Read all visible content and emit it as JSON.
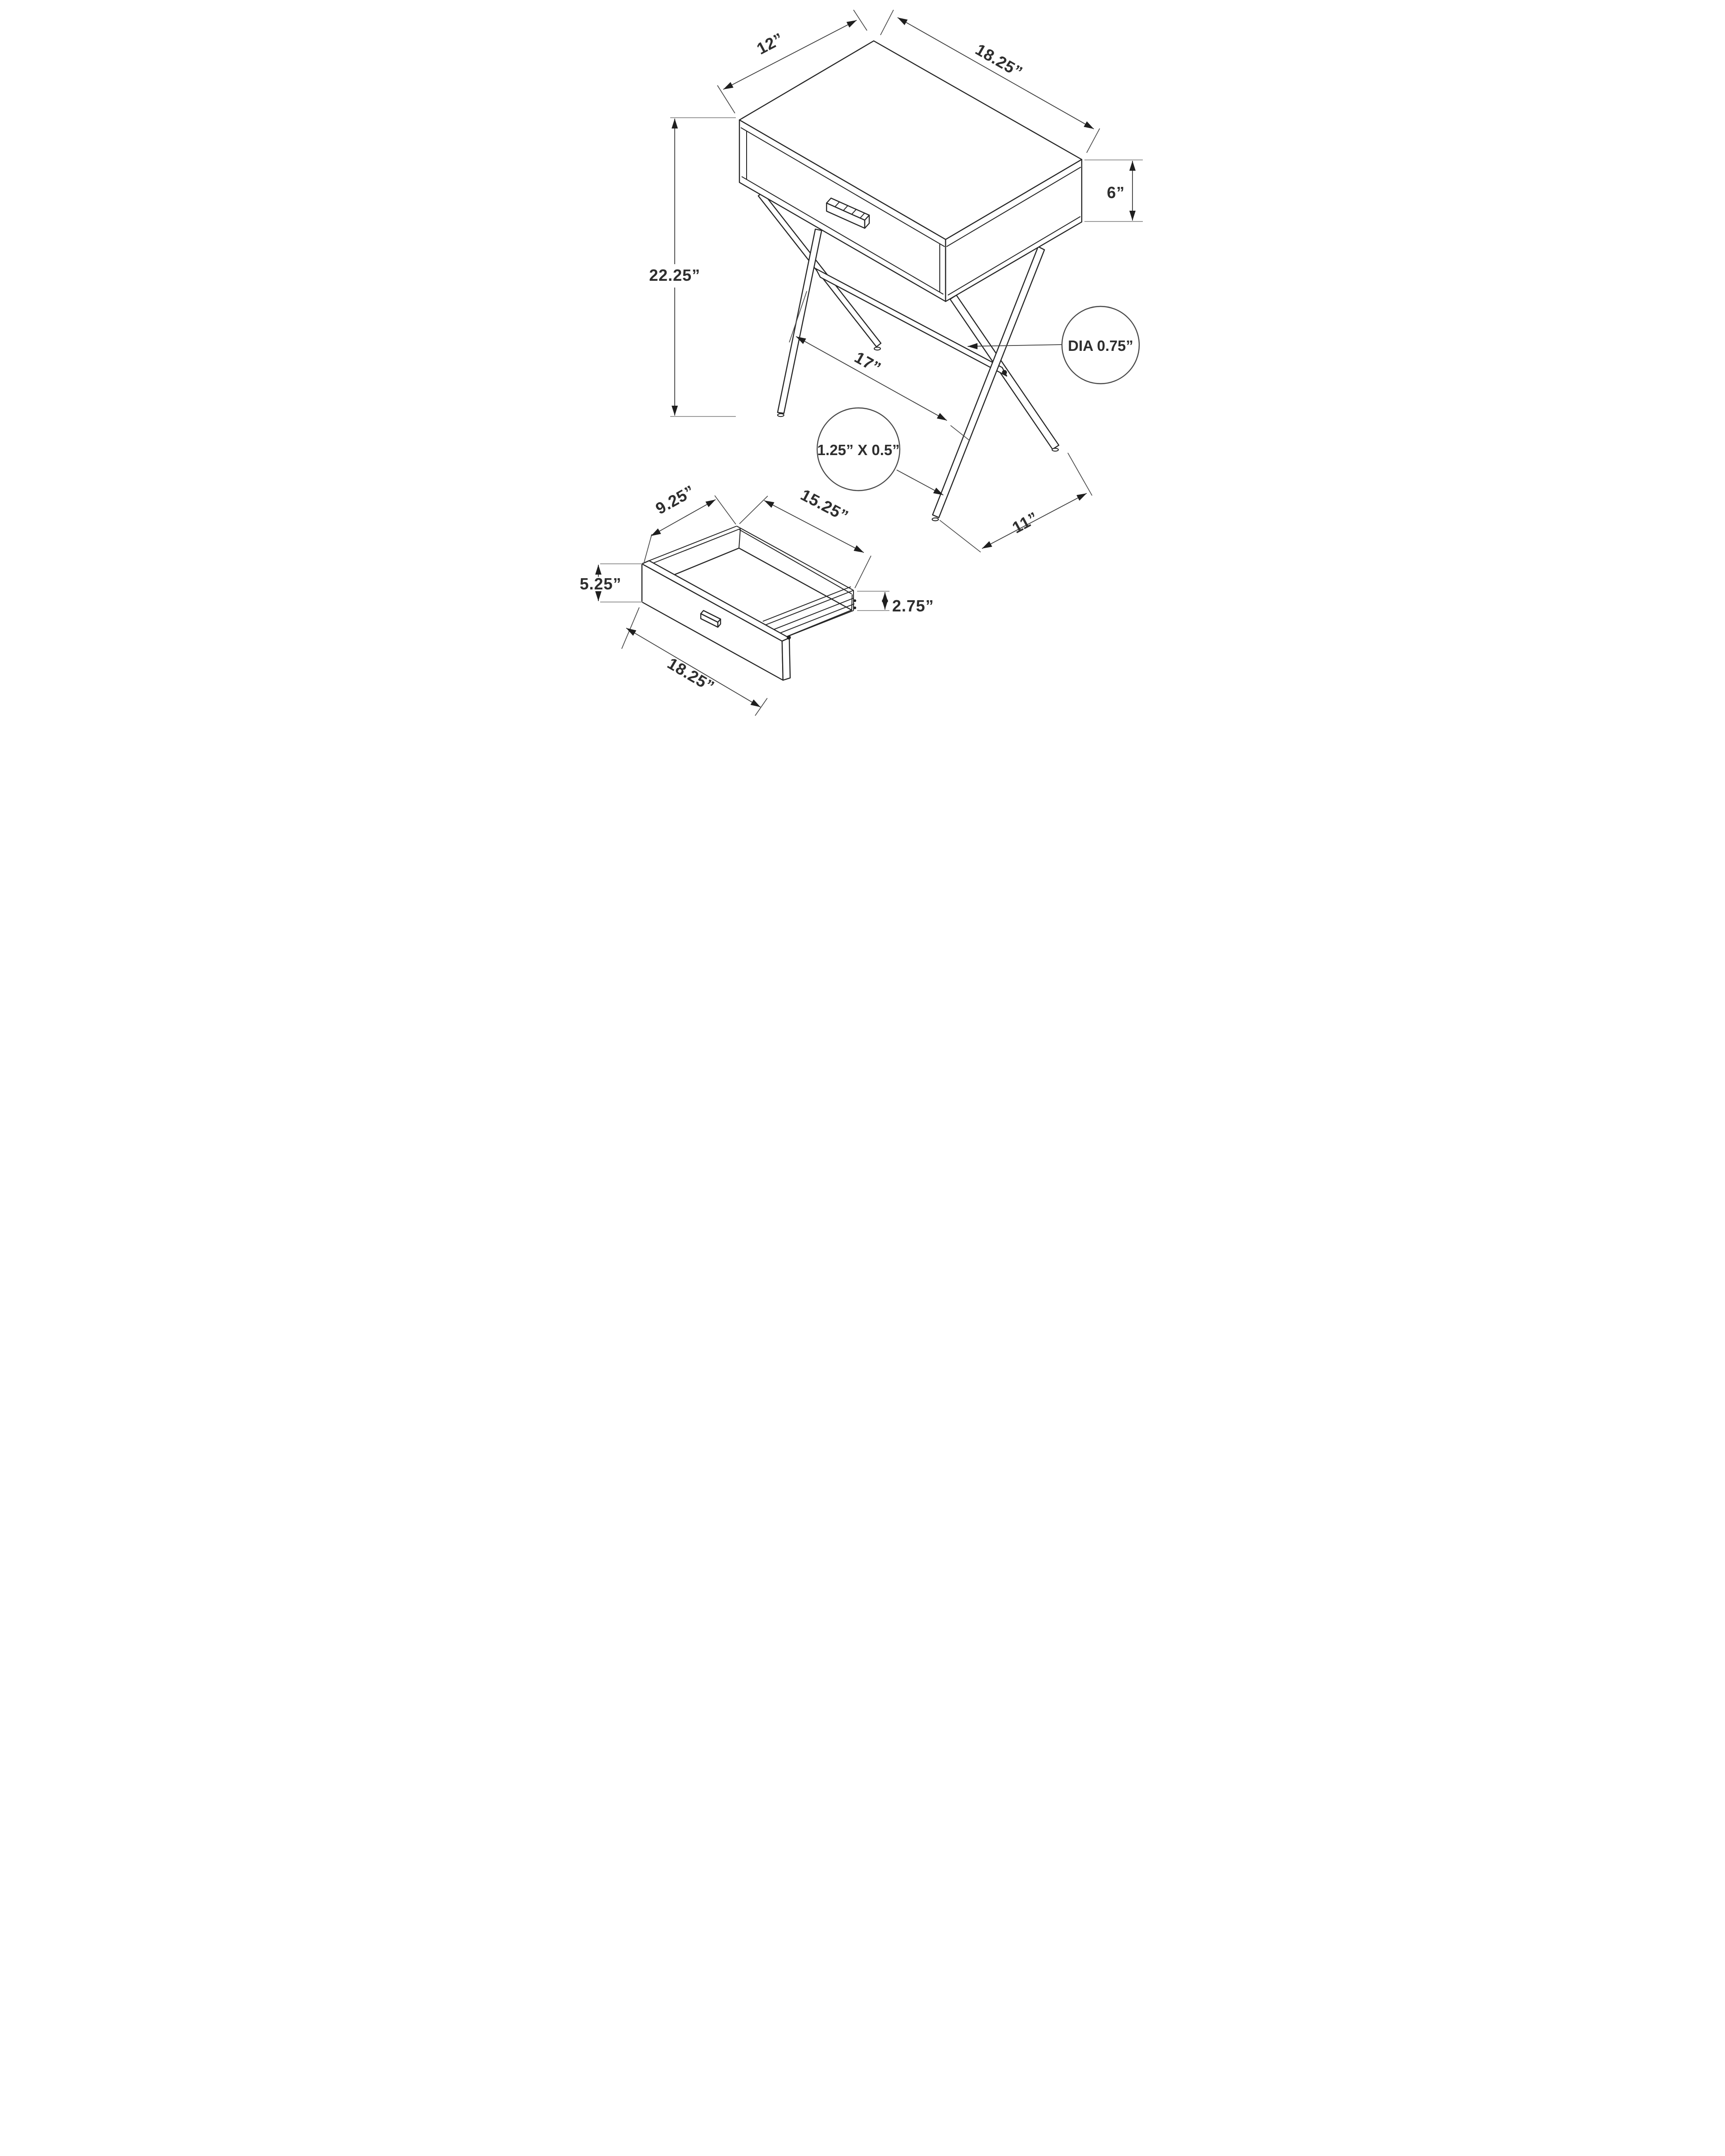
{
  "diagram": {
    "type": "furniture-dimension-drawing",
    "subject": "accent table with x-frame legs and drawer",
    "units": "inches",
    "colors": {
      "background": "#ffffff",
      "outline": "#262626",
      "dimension_line": "#3d3d3d",
      "extension_line": "#9a9a9a",
      "arrowhead": "#1f1f1f"
    },
    "main_view": {
      "dim_top_depth": "12”",
      "dim_top_width": "18.25”",
      "dim_box_height": "6”",
      "dim_overall_height": "22.25”",
      "dim_leg_span_front": "17”",
      "dim_leg_span_side": "11”",
      "callout_crossbar": "DIA 0.75”",
      "callout_leg_profile": "1.25” X 0.5”"
    },
    "drawer_view": {
      "dim_depth": "9.25”",
      "dim_inner_width": "15.25”",
      "dim_front_height": "5.25”",
      "dim_side_height": "2.75”",
      "dim_front_width": "18.25”"
    }
  }
}
